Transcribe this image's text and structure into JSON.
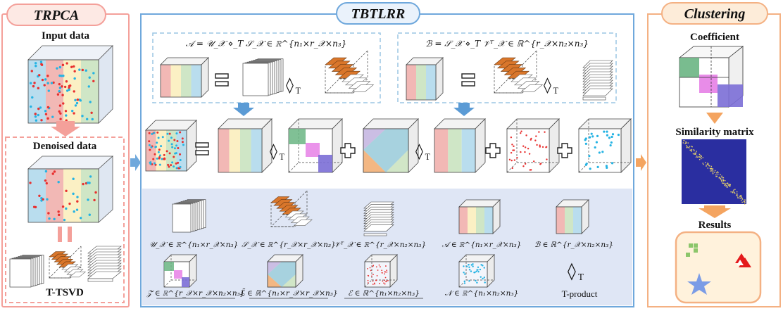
{
  "panels": {
    "left": {
      "title": "TRPCA",
      "accent": "#f4a09a",
      "fill": "#fde9e4"
    },
    "middle": {
      "title": "TBTLRR",
      "accent": "#6fa8dc",
      "fill": "#eaf2fb"
    },
    "right": {
      "title": "Clustering",
      "accent": "#f4b183",
      "fill": "#fdecd9"
    }
  },
  "trpca": {
    "input_label": "Input data",
    "denoised_label": "Denoised data",
    "tsvd_label": "T-TSVD"
  },
  "tbtlrr": {
    "eq_a": "𝒜 = 𝒰_𝒳 ⋄_T 𝒮_𝒳 ∈ ℝ^{n₁×r_𝒳×n₃}",
    "eq_b": "ℬ = 𝒮_𝒳 ⋄_T 𝒱ᵀ_𝒳 ∈ ℝ^{r_𝒳×n₂×n₃}",
    "diamond_op": "◊",
    "diamond_sub": "T",
    "legend": {
      "u": "𝒰_𝒳 ∈ ℝ^{n₁×r_𝒳×n₃}",
      "s": "𝒮_𝒳 ∈ ℝ^{r_𝒳×r_𝒳×n₃}",
      "v": "𝒱ᵀ_𝒳 ∈ ℝ^{r_𝒳×n₂×n₃}",
      "a": "𝒜 ∈ ℝ^{n₁×r_𝒳×n₃}",
      "b": "ℬ ∈ ℝ^{r_𝒳×n₂×n₃}",
      "z": "𝒵̃ ∈ ℝ^{r_𝒳×r_𝒳×n₂×n₃}",
      "l": "ℒ̃ ∈ ℝ^{n₁×r_𝒳×r_𝒳×n₃}",
      "e": "ℰ ∈ ℝ^{n₁×n₂×n₃}",
      "n": "𝒩 ∈ ℝ^{n₁×n₂×n₃}",
      "tprod": "T-product"
    }
  },
  "clustering": {
    "coefficient_label": "Coefficient",
    "similarity_label": "Similarity matrix",
    "results_label": "Results"
  },
  "colors": {
    "stripe_red": "#f2b8b5",
    "stripe_yellow": "#fbf0c4",
    "stripe_green": "#cfe6c6",
    "stripe_blue": "#b9ddee",
    "dot_red": "#e8302f",
    "dot_blue": "#25b3e3",
    "block_green": "#6ab583",
    "block_magenta": "#e680e6",
    "block_purple": "#7b6ed6",
    "heatmap_bg": "#2a2ea0",
    "arrow_blue": "#5b9bd5",
    "arrow_orange": "#f4a460",
    "shape_green": "#8cc66b",
    "shape_red": "#e41a1c",
    "shape_blue": "#7b9ce6"
  }
}
